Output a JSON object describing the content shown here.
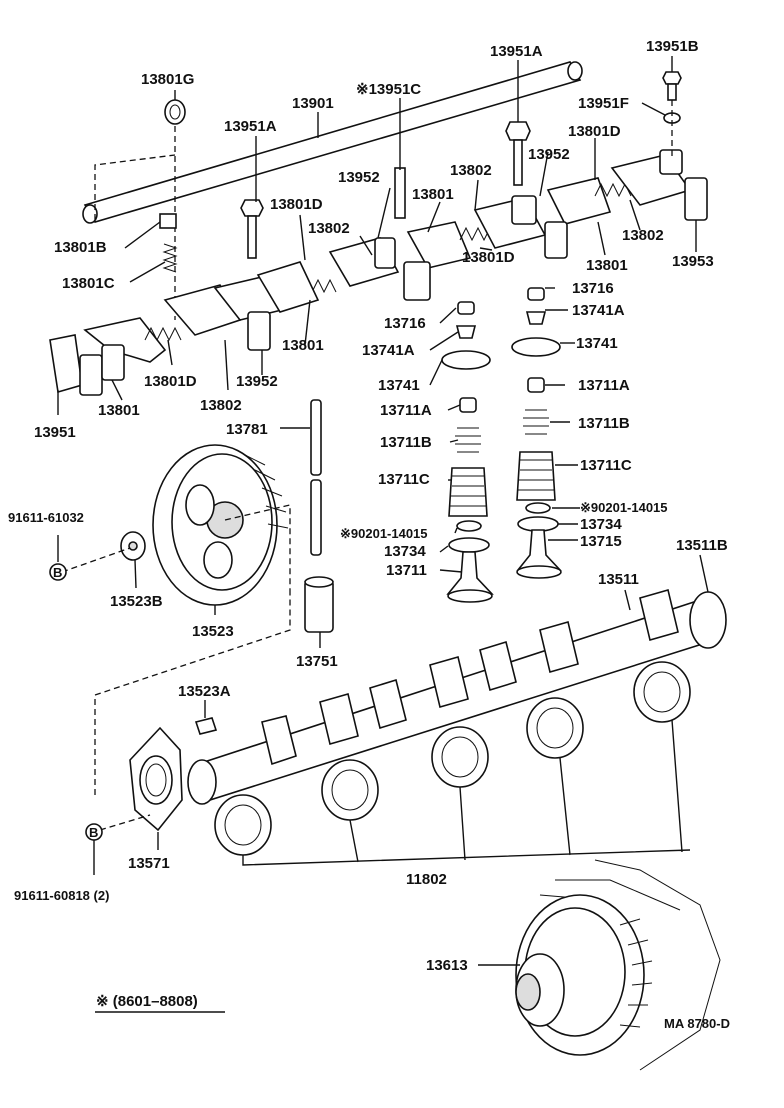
{
  "labels": {
    "p13801G": "13801G",
    "p13901": "13901",
    "p13951C": "※13951C",
    "p13951A_top": "13951A",
    "p13951B": "13951B",
    "p13951F": "13951F",
    "p13951A_left": "13951A",
    "p13801D_top": "13801D",
    "p13952_top": "13952",
    "p13952_mid": "13952",
    "p13802_top": "13802",
    "p13801D_mid": "13801D",
    "p13802_mid": "13802",
    "p13801_mid": "13801",
    "p13801B": "13801B",
    "p13801C": "13801C",
    "p13802_right": "13802",
    "p13953": "13953",
    "p13801_right": "13801",
    "p13801D_right": "13801D",
    "p13716_right": "13716",
    "p13716_left": "13716",
    "p13741A_right": "13741A",
    "p13741A_left": "13741A",
    "p13741_right": "13741",
    "p13741_left": "13741",
    "p13801_low": "13801",
    "p13801D_low": "13801D",
    "p13952_low": "13952",
    "p13802_low": "13802",
    "p13801_left": "13801",
    "p13951": "13951",
    "p13711A_right": "13711A",
    "p13711A_left": "13711A",
    "p13781": "13781",
    "p13711B_right": "13711B",
    "p13711B_left": "13711B",
    "p13711C_right": "13711C",
    "p13711C_left": "13711C",
    "p90201_right": "※90201-14015",
    "p90201_left": "※90201-14015",
    "p13734_right": "13734",
    "p13734_left": "13734",
    "p13715": "13715",
    "p13711": "13711",
    "p91611_61032": "91611-61032",
    "p13523B": "13523B",
    "p13523": "13523",
    "p13511B": "13511B",
    "p13511": "13511",
    "p13751": "13751",
    "p13523A": "13523A",
    "p13571": "13571",
    "p91611_60818": "91611-60818 (2)",
    "p11802": "11802",
    "p13613": "13613",
    "footnote": "※ (8601–8808)",
    "ref_code": "MA 8780-D",
    "bolt_mark_1": "B",
    "bolt_mark_2": "B"
  }
}
